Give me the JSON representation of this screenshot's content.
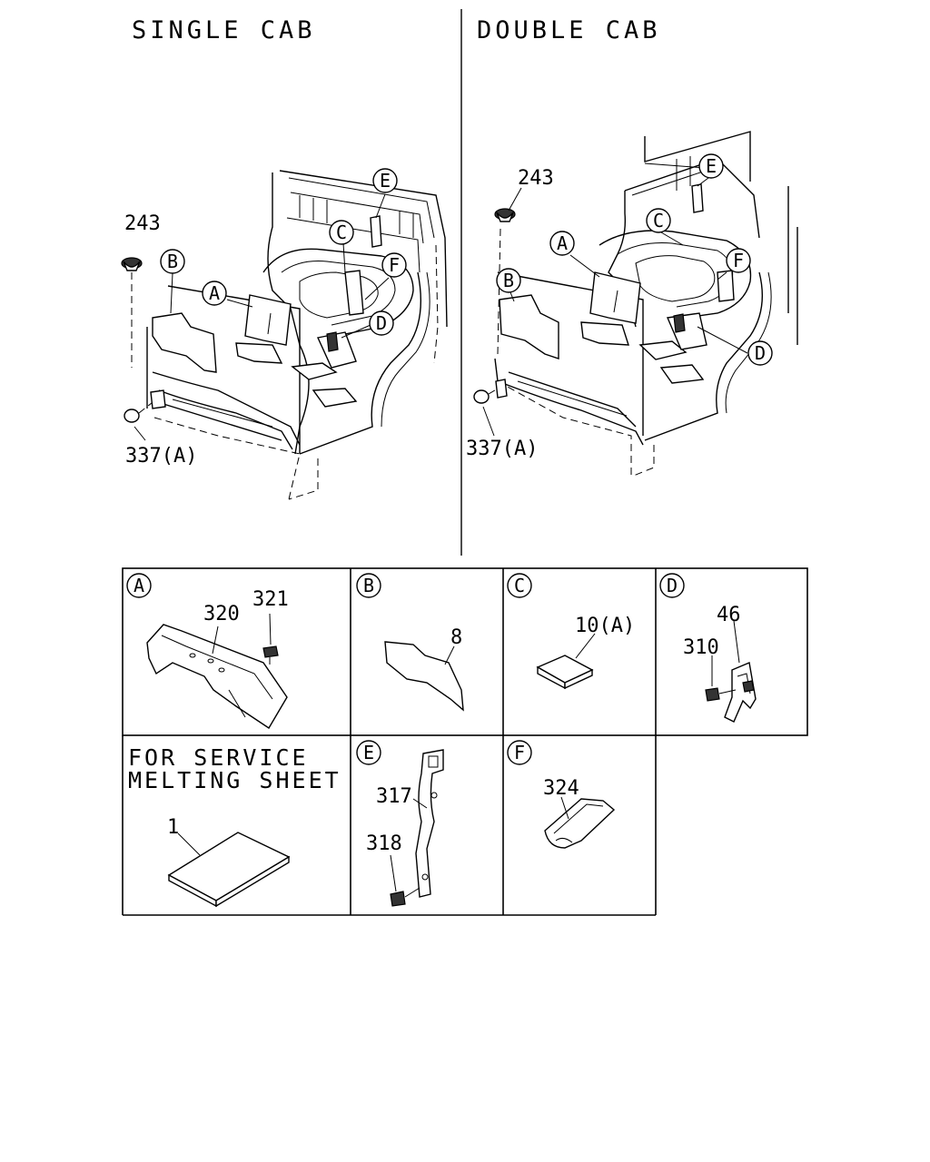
{
  "views": {
    "left_title": "SINGLE CAB",
    "right_title": "DOUBLE CAB"
  },
  "callouts": {
    "A": "A",
    "B": "B",
    "C": "C",
    "D": "D",
    "E": "E",
    "F": "F"
  },
  "part_numbers": {
    "p243": "243",
    "p337a": "337(A)",
    "p320": "320",
    "p321": "321",
    "p8": "8",
    "p10a": "10(A)",
    "p46": "46",
    "p310": "310",
    "p317": "317",
    "p318": "318",
    "p324": "324",
    "p1": "1"
  },
  "service": {
    "line1": "FOR SERVICE",
    "line2": "MELTING SHEET"
  }
}
